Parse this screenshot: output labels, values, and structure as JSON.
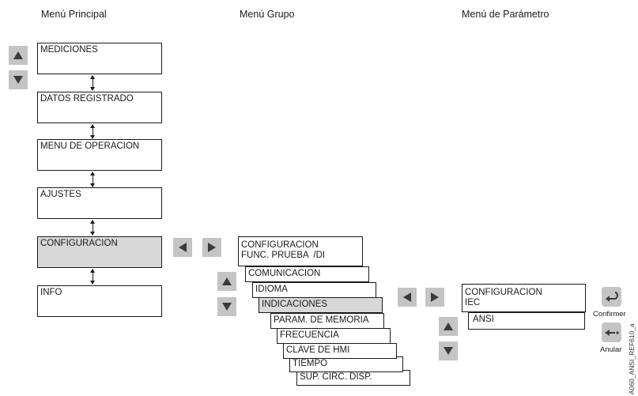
{
  "headers": {
    "main": "Menú Principal",
    "group": "Menú Grupo",
    "param": "Menú de Parámetro"
  },
  "main_menu": [
    "MEDICIONES",
    "DATOS REGISTRADO",
    "MENU DE OPERACION",
    "AJUSTES",
    "CONFIGURACION",
    "INFO"
  ],
  "group_menu": [
    "CONFIGURACION",
    "FUNC. PRUEBA  /DI",
    "COMUNICACION",
    "IDIOMA",
    "INDICACIONES",
    "PARAM. DE MEMORIA",
    "FRECUENCIA",
    "CLAVE DE HMI",
    "TIEMPO",
    "SUP. CIRC. DISP."
  ],
  "param_menu": [
    "CONFIGURACION",
    "IEC",
    "ANSI"
  ],
  "buttons": {
    "confirm": "Confirmer",
    "cancel": "Anular"
  },
  "figure_id": "A060_ANSI_REF610_a",
  "icons": [
    "up-arrow-icon",
    "down-arrow-icon",
    "left-arrow-icon",
    "right-arrow-icon",
    "enter-icon",
    "cancel-icon"
  ]
}
